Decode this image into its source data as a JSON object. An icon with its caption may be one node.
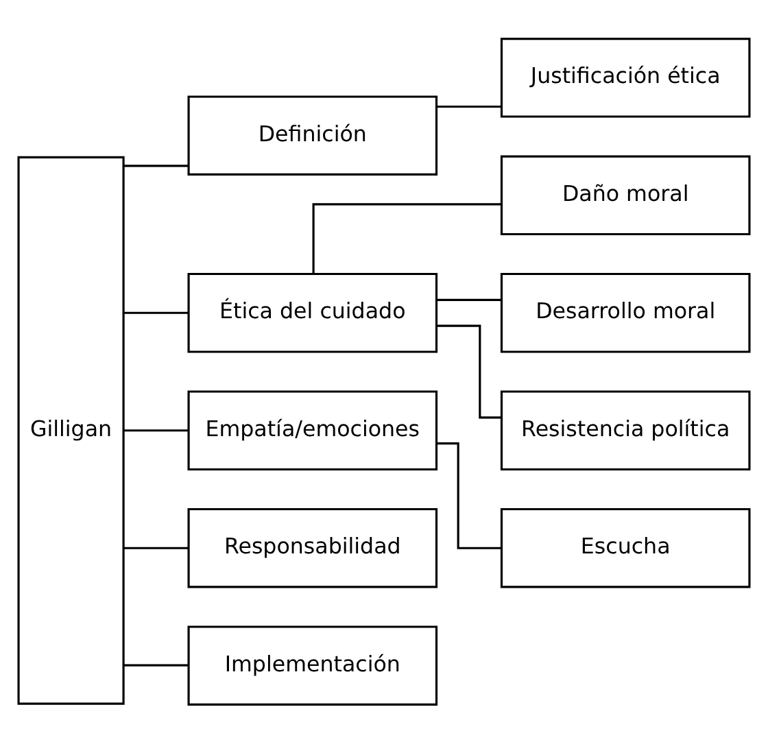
{
  "diagram": {
    "nodes": [
      {
        "text": [
          "Gilligan"
        ]
      },
      {
        "text": [
          "Definición"
        ]
      },
      {
        "text": [
          "Justificación ética"
        ]
      },
      {
        "text": [
          "Ética del cuidado"
        ]
      },
      {
        "text": [
          "Daño moral"
        ]
      },
      {
        "text": [
          "Desarrollo moral"
        ]
      },
      {
        "text": [
          "Resistencia política"
        ]
      },
      {
        "text": [
          "Empatía/emociones"
        ]
      },
      {
        "text": [
          "Escucha"
        ]
      },
      {
        "text": [
          "Responsabilidad"
        ]
      },
      {
        "text": [
          "Implementación"
        ]
      }
    ],
    "edges": [
      {
        "from": 0,
        "to": 1,
        "arrow": "none"
      },
      {
        "from": 1,
        "to": 2,
        "arrow": "none"
      },
      {
        "from": 0,
        "to": 3,
        "arrow": "none"
      },
      {
        "from": 3,
        "to": 4,
        "arrow": "none"
      },
      {
        "from": 3,
        "to": 5,
        "arrow": "none"
      },
      {
        "from": 3,
        "to": 6,
        "arrow": "none"
      },
      {
        "from": 0,
        "to": 7,
        "arrow": "none"
      },
      {
        "from": 7,
        "to": 8,
        "arrow": "none"
      },
      {
        "from": 0,
        "to": 9,
        "arrow": "none"
      },
      {
        "from": 0,
        "to": 10,
        "arrow": "none"
      }
    ]
  }
}
